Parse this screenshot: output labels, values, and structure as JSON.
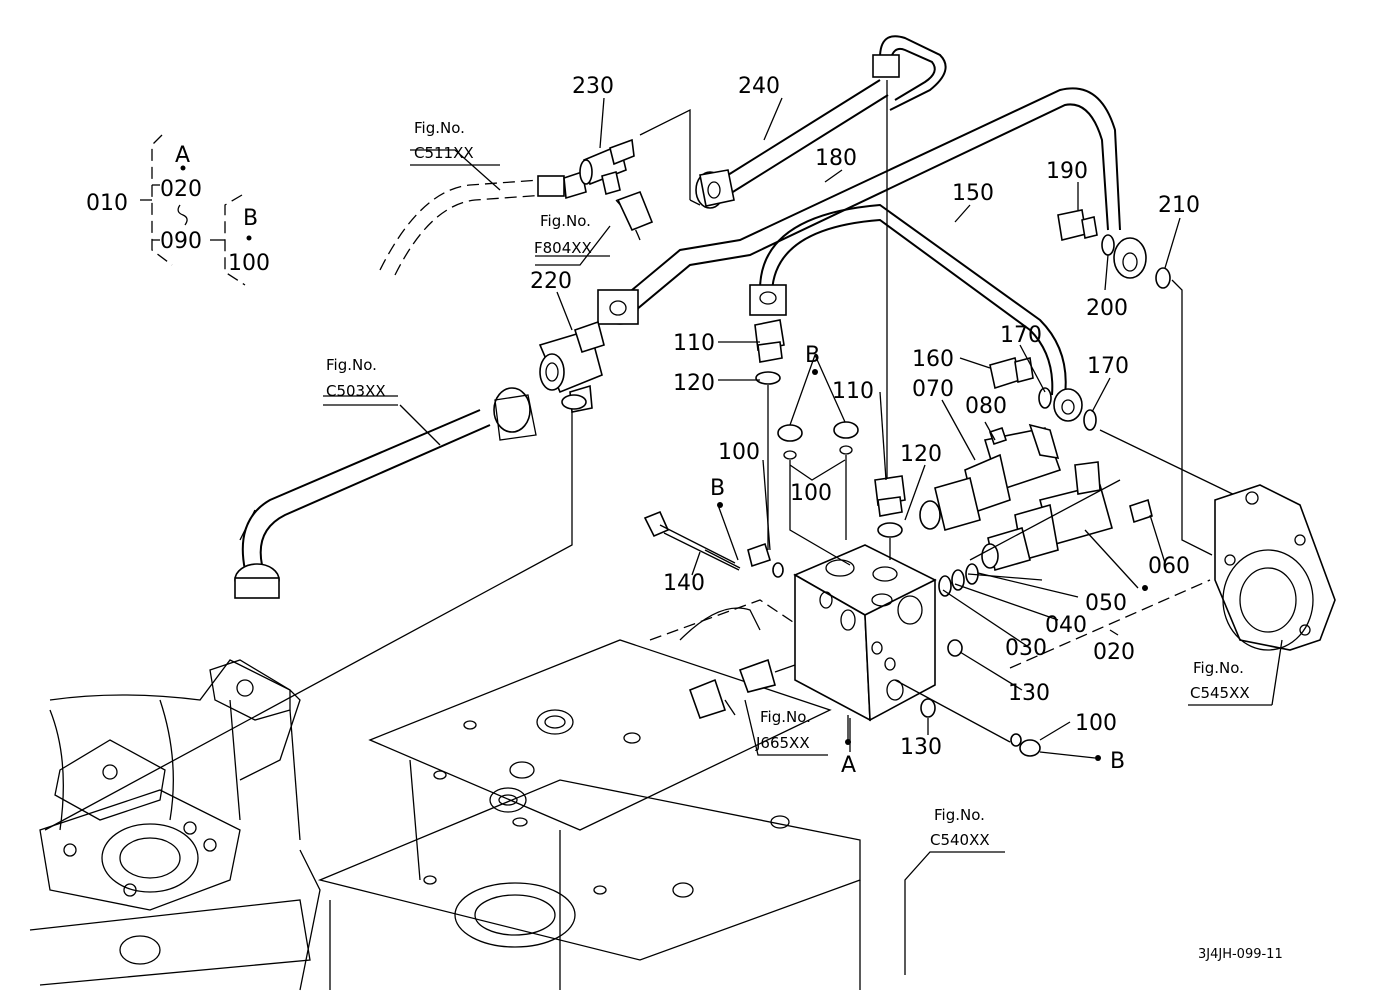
{
  "diagram": {
    "code": "3J4JH-099-11",
    "part_labels": [
      "010",
      "020",
      "090",
      "100",
      "230",
      "240",
      "180",
      "150",
      "190",
      "210",
      "200",
      "220",
      "110",
      "120",
      "160",
      "170",
      "070",
      "080",
      "100",
      "110",
      "120",
      "140",
      "030",
      "040",
      "050",
      "060",
      "020",
      "130",
      "130",
      "100"
    ],
    "section_labels": [
      "A",
      "B",
      "B",
      "B",
      "A",
      "B"
    ],
    "fig_refs": [
      {
        "title": "Fig.No.",
        "code": "C511XX"
      },
      {
        "title": "Fig.No.",
        "code": "F804XX"
      },
      {
        "title": "Fig.No.",
        "code": "C503XX"
      },
      {
        "title": "Fig.No.",
        "code": "J665XX"
      },
      {
        "title": "Fig.No.",
        "code": "C545XX"
      },
      {
        "title": "Fig.No.",
        "code": "C540XX"
      }
    ]
  }
}
